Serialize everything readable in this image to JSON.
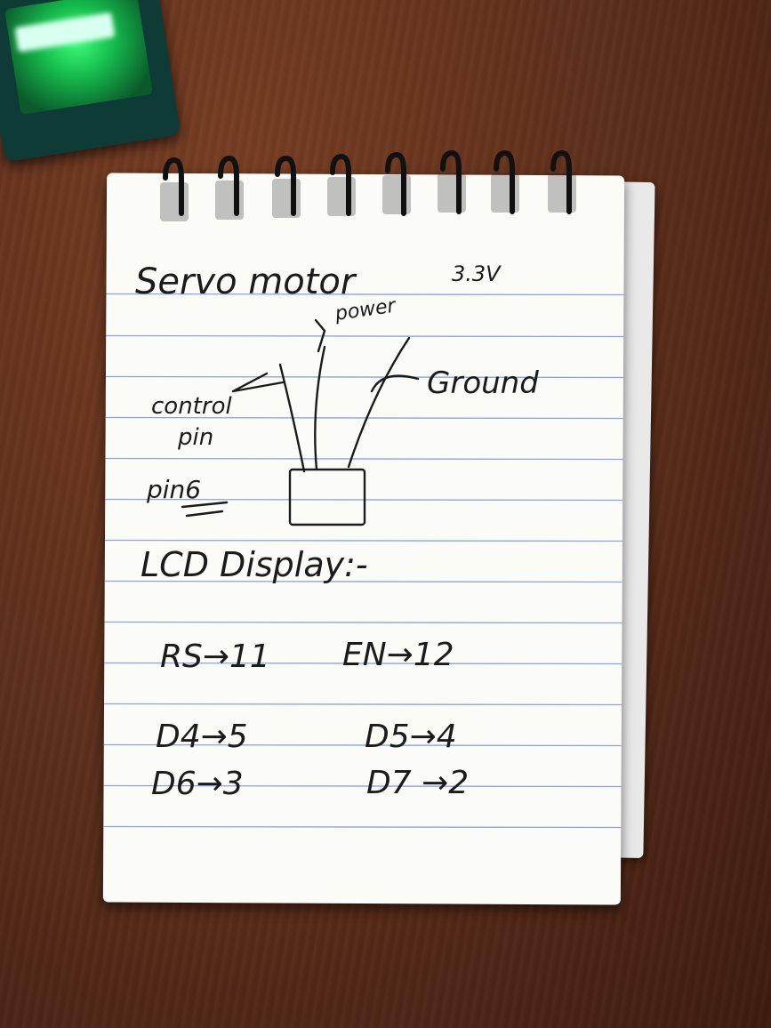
{
  "notes": {
    "title": "Servo motor",
    "power_label": "power",
    "voltage_label": "3.3V",
    "control_label_1": "control",
    "control_label_2": "pin",
    "pin_label": "pin6",
    "ground_label": "Ground",
    "lcd_heading": "LCD Display:-",
    "rs_label": "RS→11",
    "en_label": "EN→12",
    "d4_label": "D4→5",
    "d5_label": "D5→4",
    "d6_label": "D6→3",
    "d7_label": "D7 →2"
  },
  "icons": {
    "device": "green-glowing-device",
    "binding": "spiral-ring"
  },
  "colors": {
    "table": "#5c2e1b",
    "paper": "#fbfbf8",
    "rule_line": "#8fa3d8",
    "ink": "#1b1b1b",
    "device_glow": "#3dff7a"
  }
}
